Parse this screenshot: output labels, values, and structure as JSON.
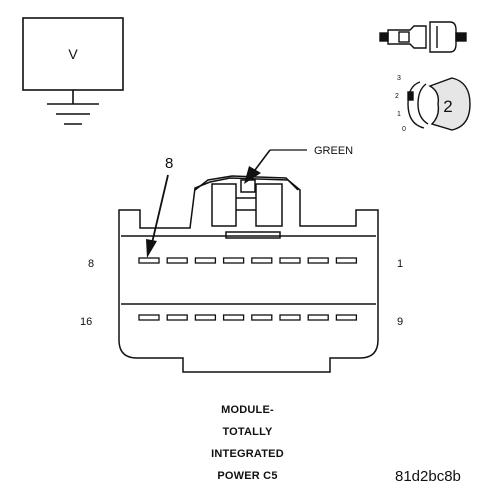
{
  "meter": {
    "symbol": "V"
  },
  "connector_arrow_label": "8",
  "latch_color_label": "GREEN",
  "pin_labels": {
    "top_left": "8",
    "top_right": "1",
    "bottom_left": "16",
    "bottom_right": "9"
  },
  "probe_step": "2",
  "probe_scale": [
    "3",
    "2",
    "1",
    "0"
  ],
  "caption": {
    "lines": [
      "MODULE-",
      "TOTALLY",
      "INTEGRATED",
      "POWER C5"
    ]
  },
  "figure_code": "81d2bc8b"
}
